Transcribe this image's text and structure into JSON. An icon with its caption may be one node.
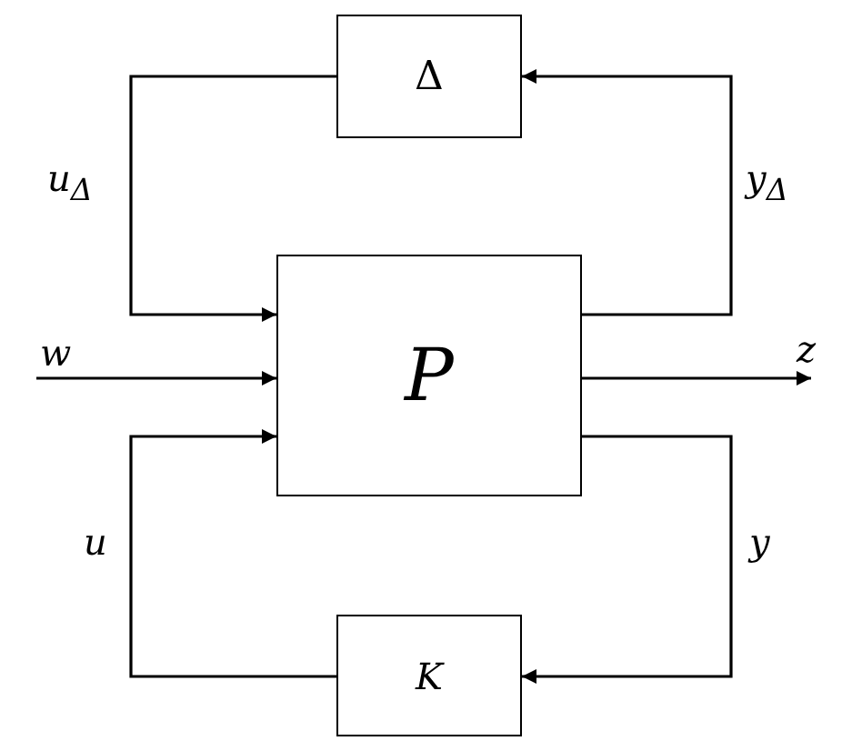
{
  "diagram": {
    "nodes": [
      {
        "text": [
          "Δ"
        ]
      },
      {
        "text": [
          "P"
        ]
      },
      {
        "text": [
          "K"
        ]
      }
    ],
    "edges": [
      {
        "from": 1,
        "to": 0,
        "arrow": "to",
        "label": "y$_{Δ}$"
      },
      {
        "from": 0,
        "to": 1,
        "arrow": "to",
        "label": "u$_{Δ}$"
      },
      {
        "from": null,
        "to": 1,
        "arrow": "to",
        "label": "w"
      },
      {
        "from": 1,
        "to": null,
        "arrow": "to",
        "label": "z"
      },
      {
        "from": 1,
        "to": 2,
        "arrow": "to",
        "label": "y"
      },
      {
        "from": 2,
        "to": 1,
        "arrow": "to",
        "label": "u"
      }
    ]
  }
}
